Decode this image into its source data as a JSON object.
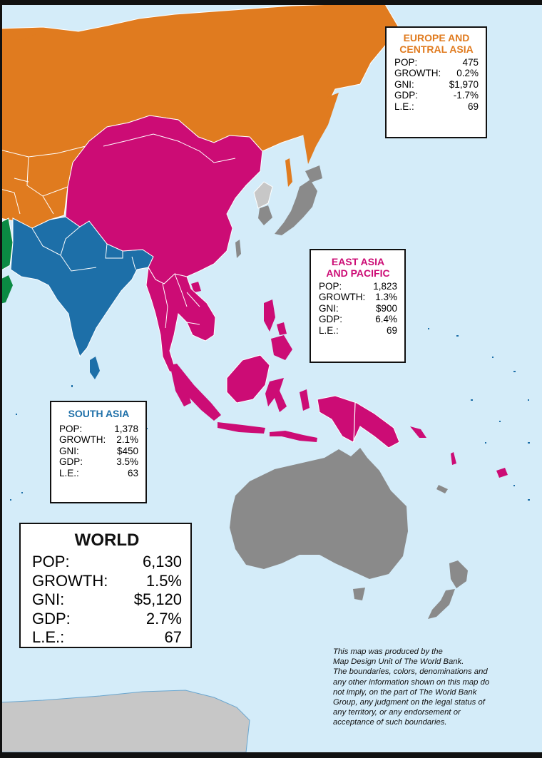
{
  "colors": {
    "ocean": "#d4ecf9",
    "europe_central_asia": "#e07b1f",
    "east_asia_pacific": "#cc0c75",
    "south_asia": "#1d6fa8",
    "middle_east_africa": "#0b8a43",
    "high_income": "#8a8a8a",
    "no_data": "#c7c7c7",
    "boundary": "#ffffff"
  },
  "regions": {
    "europe_central_asia": {
      "title_line1": "EUROPE AND",
      "title_line2": "CENTRAL ASIA",
      "rows": [
        {
          "label": "POP:",
          "value": "475"
        },
        {
          "label": "GROWTH:",
          "value": "0.2%"
        },
        {
          "label": "GNI:",
          "value": "$1,970"
        },
        {
          "label": "GDP:",
          "value": "-1.7%"
        },
        {
          "label": "L.E.:",
          "value": "69"
        }
      ]
    },
    "east_asia_pacific": {
      "title_line1": "EAST ASIA",
      "title_line2": "AND PACIFIC",
      "rows": [
        {
          "label": "POP:",
          "value": "1,823"
        },
        {
          "label": "GROWTH:",
          "value": "1.3%"
        },
        {
          "label": "GNI:",
          "value": "$900"
        },
        {
          "label": "GDP:",
          "value": "6.4%"
        },
        {
          "label": "L.E.:",
          "value": "69"
        }
      ]
    },
    "south_asia": {
      "title": "SOUTH ASIA",
      "rows": [
        {
          "label": "POP:",
          "value": "1,378"
        },
        {
          "label": "GROWTH:",
          "value": "2.1%"
        },
        {
          "label": "GNI:",
          "value": "$450"
        },
        {
          "label": "GDP:",
          "value": "3.5%"
        },
        {
          "label": "L.E.:",
          "value": "63"
        }
      ]
    }
  },
  "world": {
    "title": "WORLD",
    "rows": [
      {
        "label": "POP:",
        "value": "6,130"
      },
      {
        "label": "GROWTH:",
        "value": "1.5%"
      },
      {
        "label": "GNI:",
        "value": "$5,120"
      },
      {
        "label": "GDP:",
        "value": "2.7%"
      },
      {
        "label": "L.E.:",
        "value": "67"
      }
    ]
  },
  "credit": {
    "lines": [
      "This map was produced by the",
      "Map Design Unit of The World Bank.",
      "The boundaries, colors, denominations and",
      "any other information shown on this map do",
      "not imply, on the part of The World Bank",
      "Group, any judgment on the legal status of",
      "any territory, or any endorsement or",
      "acceptance of such boundaries."
    ]
  }
}
